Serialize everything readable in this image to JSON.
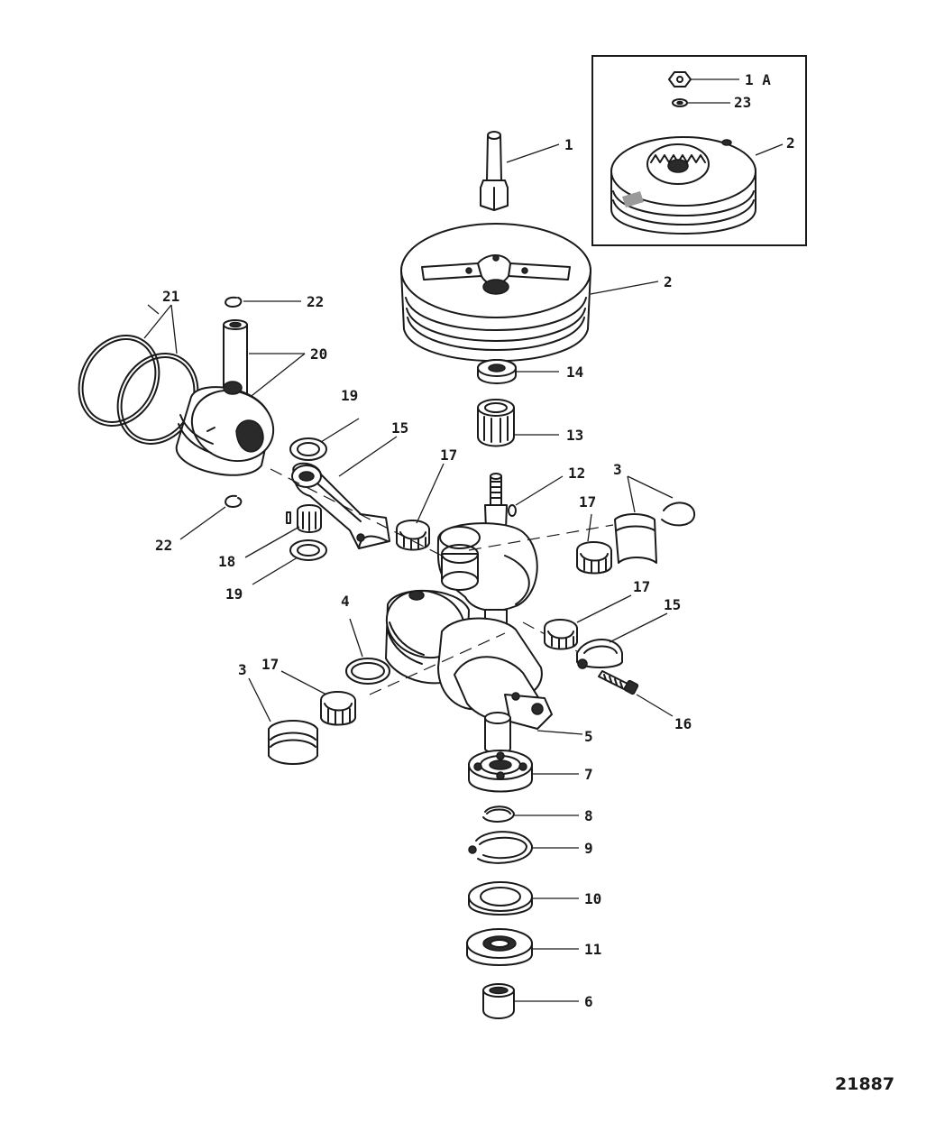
{
  "diagram": {
    "document_number": "21887",
    "callouts": {
      "c1a": "1 A",
      "c23": "23",
      "c2_inset": "2",
      "c1": "1",
      "c2": "2",
      "c22_top": "22",
      "c21": "21",
      "c20": "20",
      "c14": "14",
      "c13": "13",
      "c19_top": "19",
      "c15_top": "15",
      "c17_top": "17",
      "c12": "12",
      "c3_top": "3",
      "c22_bottom": "22",
      "c18": "18",
      "c17_right": "17",
      "c19_bottom": "19",
      "c17_mid": "17",
      "c15_right": "15",
      "c4": "4",
      "c3_bottom": "3",
      "c17_bottom": "17",
      "c16": "16",
      "c5": "5",
      "c7": "7",
      "c8": "8",
      "c9": "9",
      "c10": "10",
      "c11": "11",
      "c6": "6"
    }
  }
}
